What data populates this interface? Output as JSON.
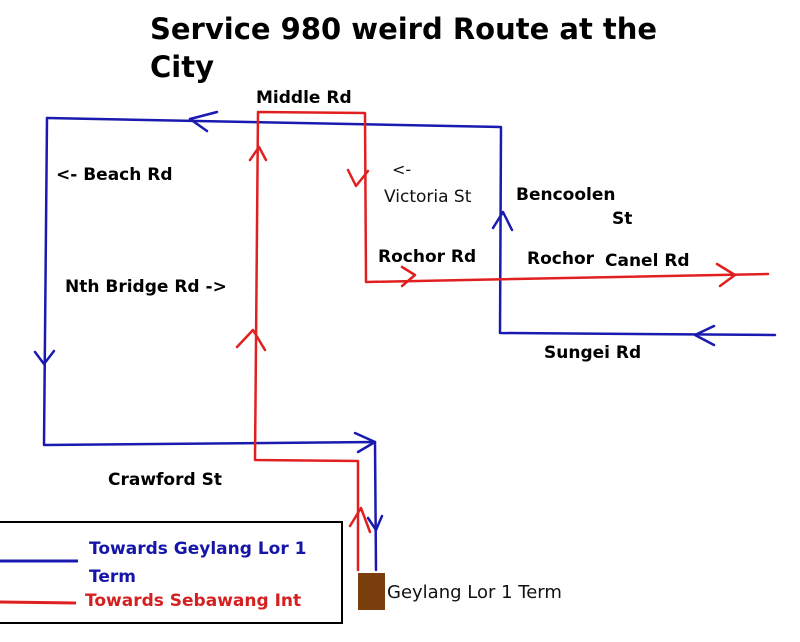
{
  "title": "Service 980 weird Route at the City",
  "colors": {
    "blue_route": "#1a1ab0",
    "red_route": "#e02020",
    "terminus": "#7a3f0c",
    "legend_blue_text": "#1515a8",
    "legend_red_text": "#d42020"
  },
  "roads": {
    "middle_rd": "Middle Rd",
    "beach_rd": "<- Beach Rd",
    "nth_bridge_rd": "Nth Bridge Rd ->",
    "victoria_arrow": "<-",
    "victoria_st": "Victoria St",
    "bencoolen": "Bencoolen",
    "bencoolen_st": "St",
    "rochor_rd": "Rochor Rd",
    "rochor": "Rochor",
    "canel_rd": "Canel Rd",
    "sungei_rd": "Sungei Rd",
    "crawford_st": "Crawford St"
  },
  "terminus": {
    "label": "Geylang Lor 1 Term",
    "icon": "bus-terminal-box"
  },
  "legend": {
    "items": [
      {
        "label_line1": "Towards Geylang Lor 1",
        "label_line2": "Term",
        "route": "blue"
      },
      {
        "label_line1": "Towards Sebawang Int",
        "route": "red"
      }
    ]
  }
}
